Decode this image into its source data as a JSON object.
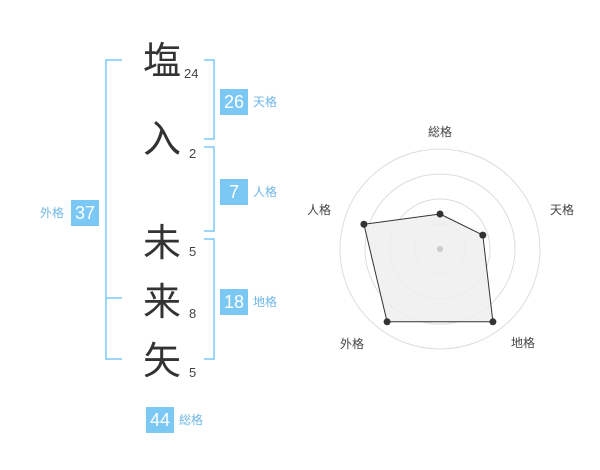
{
  "name": {
    "characters": [
      {
        "char": "塩",
        "strokes": "24"
      },
      {
        "char": "入",
        "strokes": "2"
      },
      {
        "char": "未",
        "strokes": "5"
      },
      {
        "char": "来",
        "strokes": "8"
      },
      {
        "char": "矢",
        "strokes": "5"
      }
    ]
  },
  "fortunes": {
    "tenkaku": {
      "value": "26",
      "label": "天格"
    },
    "jinkaku": {
      "value": "7",
      "label": "人格"
    },
    "chikaku": {
      "value": "18",
      "label": "地格"
    },
    "gaikaku": {
      "value": "37",
      "label": "外格"
    },
    "soukaku": {
      "value": "44",
      "label": "総格"
    }
  },
  "colors": {
    "accent": "#7cc8f5",
    "label": "#6fb6e6",
    "ring": "#dddddd",
    "fill": "#eeeeee",
    "outline": "#333333"
  },
  "chart_data": {
    "type": "radar",
    "axes": [
      "総格",
      "天格",
      "地格",
      "外格",
      "人格"
    ],
    "values": [
      0.35,
      0.45,
      0.9,
      0.9,
      0.8
    ],
    "range": [
      0,
      1
    ],
    "rings": 4
  }
}
